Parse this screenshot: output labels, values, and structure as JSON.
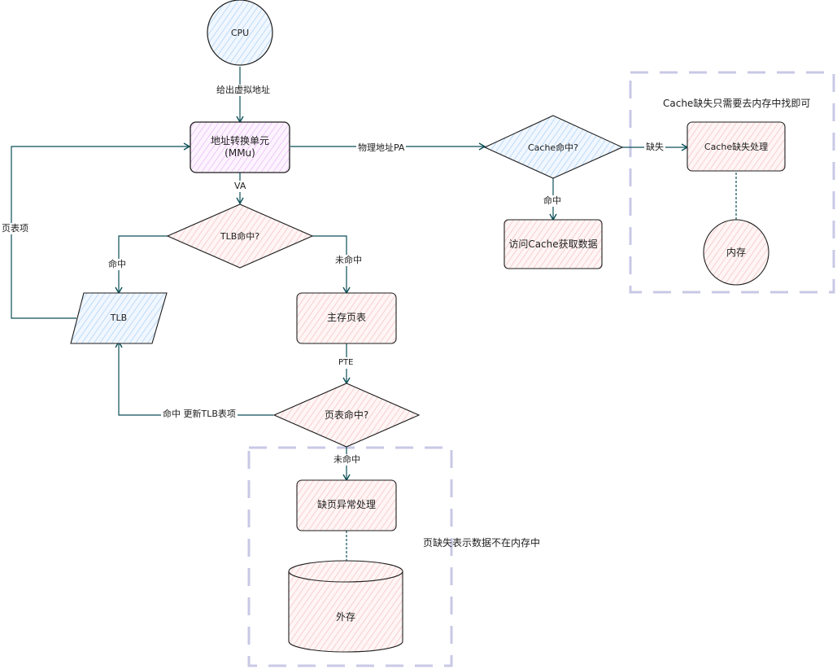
{
  "nodes": {
    "cpu": "CPU",
    "mmu_line1": "地址转换单元",
    "mmu_line2": "(MMu)",
    "tlb_hit_decision": "TLB命中?",
    "tlb": "TLB",
    "main_page_table": "主存页表",
    "page_table_hit_decision": "页表命中?",
    "page_fault_handler": "缺页异常处理",
    "external_storage": "外存",
    "cache_hit_decision": "Cache命中?",
    "access_cache": "访问Cache获取数据",
    "cache_miss_handler": "Cache缺失处理",
    "memory": "内存"
  },
  "edges": {
    "give_virtual_address": "给出虚拟地址",
    "va": "VA",
    "page_table_entry": "页表项",
    "hit_left": "命中",
    "miss_right": "未命中",
    "pte": "PTE",
    "hit_update_tlb": "命中 更新TLB表项",
    "miss_bottom": "未命中",
    "physical_address": "物理地址PA",
    "cache_hit": "命中",
    "cache_miss": "缺失"
  },
  "notes": {
    "page_fault_note": "页缺失表示数据不在内存中",
    "cache_miss_note": "Cache缺失只需要去内存中找即可"
  },
  "colors": {
    "blue_fill": "#a5d8ff",
    "purple_fill": "#eebefa",
    "pink_fill": "#ffc9c9",
    "stroke": "#1e1e1e",
    "blue_stroke": "#1971c2",
    "purple_stroke": "#9c36b5",
    "arrow": "#0b4f58",
    "frame": "#c8c8e6"
  }
}
